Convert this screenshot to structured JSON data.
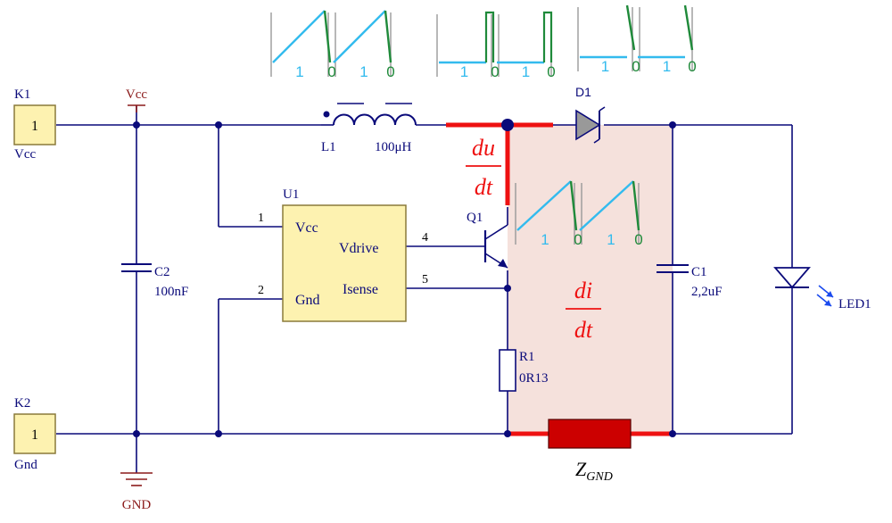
{
  "connectors": {
    "k1": {
      "ref": "K1",
      "pin": "1",
      "net": "Vcc"
    },
    "k2": {
      "ref": "K2",
      "pin": "1",
      "net": "Gnd"
    }
  },
  "power": {
    "vcc": "Vcc",
    "gnd": "GND"
  },
  "components": {
    "c2": {
      "ref": "C2",
      "value": "100nF"
    },
    "l1": {
      "ref": "L1",
      "value": "100μH"
    },
    "d1": {
      "ref": "D1"
    },
    "u1": {
      "ref": "U1",
      "pin_vcc": "Vcc",
      "pin_vdrive": "Vdrive",
      "pin_isense": "Isense",
      "pin_gnd": "Gnd",
      "pin1": "1",
      "pin2": "2",
      "pin4": "4",
      "pin5": "5"
    },
    "q1": {
      "ref": "Q1"
    },
    "r1": {
      "ref": "R1",
      "value": "0R13"
    },
    "c1": {
      "ref": "C1",
      "value": "2,2uF"
    },
    "led1": {
      "ref": "LED1"
    }
  },
  "annotations": {
    "du_num": "du",
    "du_den": "dt",
    "di_num": "di",
    "di_den": "dt",
    "zgnd_main": "Z",
    "zgnd_sub": "GND"
  },
  "waveforms": {
    "labels": [
      "1",
      "0",
      "1",
      "0"
    ]
  },
  "colors": {
    "wire": "#0a0a7a",
    "junction": "#0a0a7a",
    "loop_fill": "#f5e1dc",
    "highlight": "#ee1111",
    "component_fill": "#fdf2b0",
    "ramp": "#33bbee",
    "drop": "#1f8a3a",
    "axis": "#999999"
  }
}
